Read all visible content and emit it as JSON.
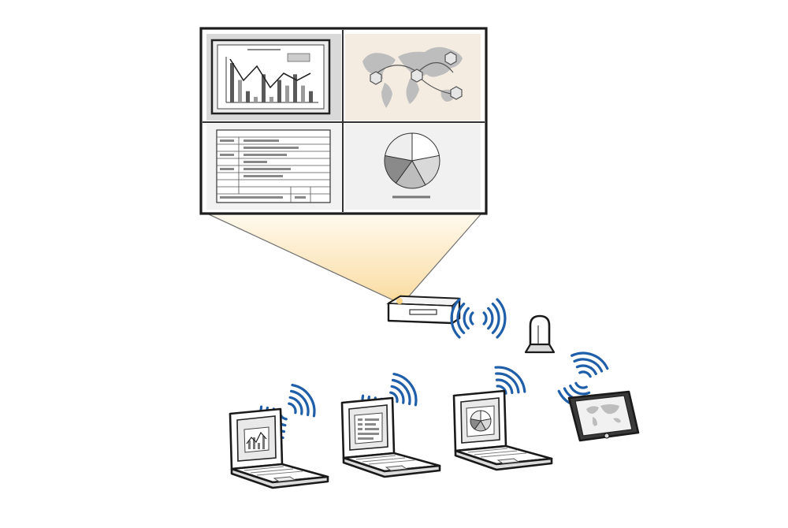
{
  "scene": "wireless-multi-device-projection",
  "colors": {
    "wave": "#1f5ea8",
    "outline": "#1a1a1a",
    "panel_chart": "#d9d9d9",
    "panel_map": "#f4ece0",
    "panel_table": "#f2f2f2",
    "panel_pie": "#f1f1f1",
    "beam": "#fbe3b5"
  },
  "screen": {
    "panels": [
      "bar-line-chart",
      "world-map",
      "data-table",
      "pie-chart"
    ],
    "mini_chart_bars": [
      7,
      4,
      2,
      1,
      5,
      1,
      4,
      3,
      5,
      3,
      2
    ],
    "mini_chart_line": [
      5,
      2,
      4,
      1,
      3,
      2,
      3
    ],
    "pie_slices": [
      0.22,
      0.2,
      0.18,
      0.18,
      0.22
    ]
  },
  "devices": [
    {
      "kind": "laptop",
      "screen_content": "line-chart"
    },
    {
      "kind": "laptop",
      "screen_content": "document"
    },
    {
      "kind": "laptop",
      "screen_content": "pie-chart"
    },
    {
      "kind": "tablet",
      "screen_content": "world-map"
    }
  ],
  "network": {
    "access_point": true,
    "signal_icons": 6
  }
}
